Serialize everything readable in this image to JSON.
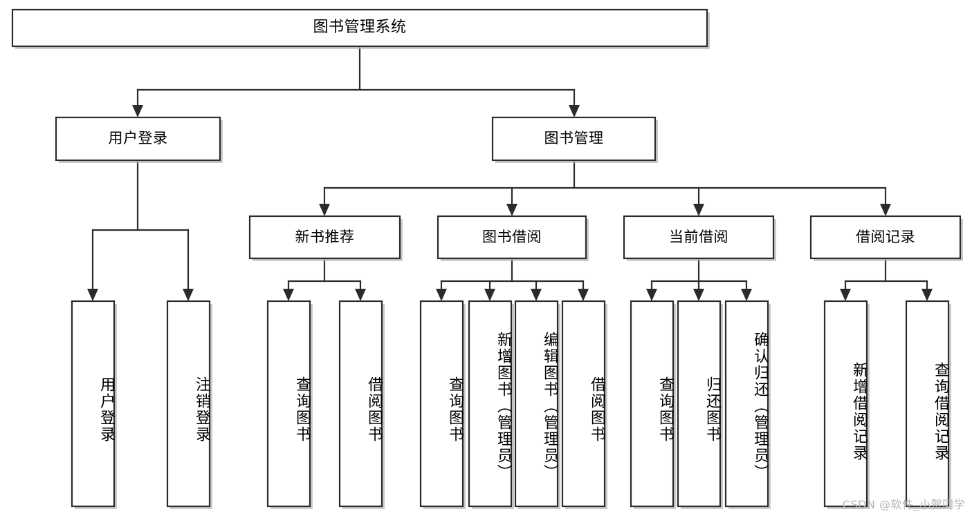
{
  "diagram": {
    "title": "图书管理系统",
    "type": "tree",
    "colors": {
      "stroke": "#2b2b2b",
      "fill": "#ffffff",
      "text": "#000000",
      "watermark": "#b5b5b5"
    },
    "nodes": {
      "root": {
        "label": "图书管理系统",
        "orientation": "horizontal"
      },
      "level2": [
        {
          "label": "用户登录",
          "orientation": "horizontal"
        },
        {
          "label": "图书管理",
          "orientation": "horizontal"
        }
      ],
      "level3": [
        {
          "label": "新书推荐",
          "orientation": "horizontal"
        },
        {
          "label": "图书借阅",
          "orientation": "horizontal"
        },
        {
          "label": "当前借阅",
          "orientation": "horizontal"
        },
        {
          "label": "借阅记录",
          "orientation": "horizontal"
        }
      ],
      "leaves": [
        {
          "label": "用户登录",
          "orientation": "vertical",
          "parent": "用户登录"
        },
        {
          "label": "注销登录",
          "orientation": "vertical",
          "parent": "用户登录"
        },
        {
          "label": "查询图书",
          "orientation": "vertical",
          "parent": "新书推荐"
        },
        {
          "label": "借阅图书",
          "orientation": "vertical",
          "parent": "新书推荐"
        },
        {
          "label": "查询图书",
          "orientation": "vertical",
          "parent": "图书借阅"
        },
        {
          "label": "新增图书（管理员）",
          "orientation": "vertical",
          "parent": "图书借阅"
        },
        {
          "label": "编辑图书（管理员）",
          "orientation": "vertical",
          "parent": "图书借阅"
        },
        {
          "label": "借阅图书",
          "orientation": "vertical",
          "parent": "图书借阅"
        },
        {
          "label": "查询图书",
          "orientation": "vertical",
          "parent": "当前借阅"
        },
        {
          "label": "归还图书",
          "orientation": "vertical",
          "parent": "当前借阅"
        },
        {
          "label": "确认归还（管理员）",
          "orientation": "vertical",
          "parent": "当前借阅"
        },
        {
          "label": "新增借阅记录",
          "orientation": "vertical",
          "parent": "借阅记录"
        },
        {
          "label": "查询借阅记录",
          "orientation": "vertical",
          "parent": "借阅记录"
        }
      ]
    }
  },
  "watermark": {
    "text": "CSDN @软件_小贺同学"
  }
}
